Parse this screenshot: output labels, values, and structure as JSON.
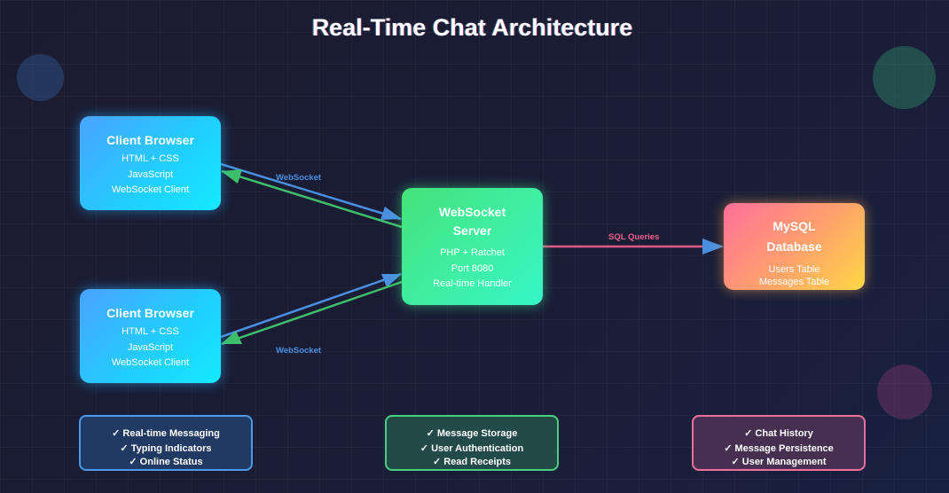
{
  "title": "Real-Time Chat Architecture",
  "colors": {
    "background": "#1b1c33",
    "websocket_arrow": "#4a90e2",
    "response_arrow": "#3fbf6a",
    "sql_line": "#e05a85",
    "client_gradient": [
      "#4aa3ff",
      "#14eaff"
    ],
    "server_gradient": [
      "#44e27a",
      "#36f5c8"
    ],
    "database_gradient": [
      "#ff6f9a",
      "#ffd845"
    ]
  },
  "nodes": {
    "client1": {
      "title": "Client Browser",
      "lines": [
        "HTML + CSS",
        "JavaScript",
        "WebSocket Client"
      ]
    },
    "client2": {
      "title": "Client Browser",
      "lines": [
        "HTML + CSS",
        "JavaScript",
        "WebSocket Client"
      ]
    },
    "server": {
      "title_line1": "WebSocket",
      "title_line2": "Server",
      "lines": [
        "PHP + Ratchet",
        "Port 8080",
        "Real-time Handler"
      ]
    },
    "database": {
      "title_line1": "MySQL",
      "title_line2": "Database",
      "lines": [
        "Users Table",
        "Messages Table"
      ]
    }
  },
  "connections": {
    "client1_server_label": "WebSocket",
    "client2_server_label": "WebSocket",
    "server_db_label": "SQL Queries"
  },
  "features": {
    "client": [
      "✓ Real-time Messaging",
      "✓ Typing Indicators",
      "✓ Online Status"
    ],
    "server": [
      "✓ Message Storage",
      "✓ User Authentication",
      "✓ Read Receipts"
    ],
    "database": [
      "✓ Chat History",
      "✓ Message Persistence",
      "✓ User Management"
    ]
  }
}
